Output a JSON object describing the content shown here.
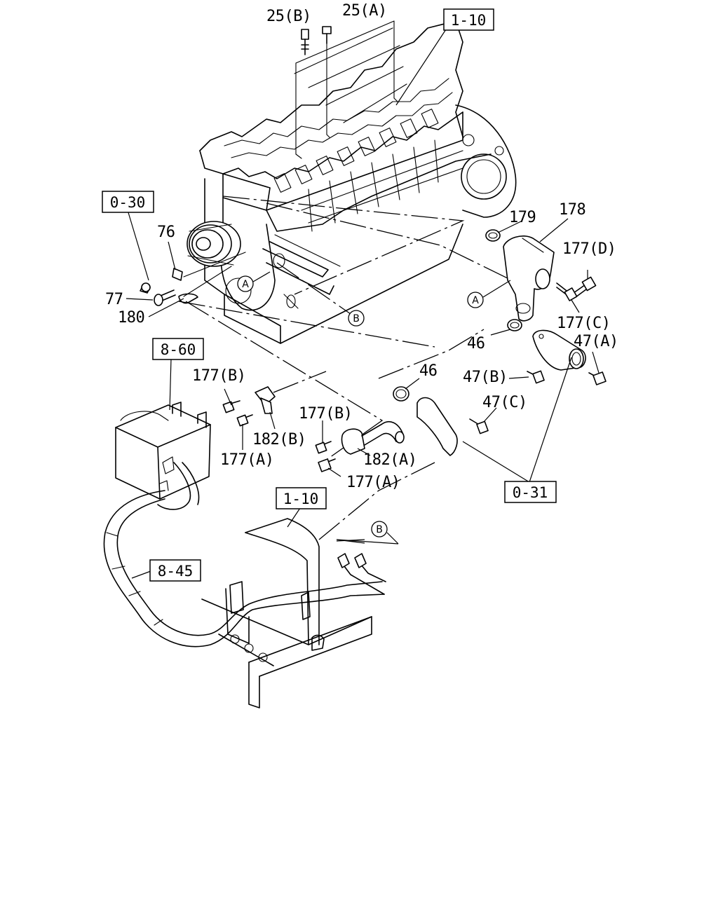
{
  "callouts": {
    "c25b": "25(B)",
    "c25a": "25(A)",
    "c76": "76",
    "c77": "77",
    "c180": "180",
    "c179": "179",
    "c178": "178",
    "c177d": "177(D)",
    "c177c": "177(C)",
    "c46a": "46",
    "c46b": "46",
    "c47a": "47(A)",
    "c47b": "47(B)",
    "c47c": "47(C)",
    "c177b1": "177(B)",
    "c177a1": "177(A)",
    "c182b": "182(B)",
    "c177b2": "177(B)",
    "c182a": "182(A)",
    "c177a2": "177(A)"
  },
  "references": {
    "r110top": "1-10",
    "r030": "0-30",
    "r860": "8-60",
    "r031": "0-31",
    "r110mid": "1-10",
    "r845": "8-45"
  },
  "markers": {
    "a1": "A",
    "a2": "A",
    "b1": "B",
    "b2": "B"
  }
}
